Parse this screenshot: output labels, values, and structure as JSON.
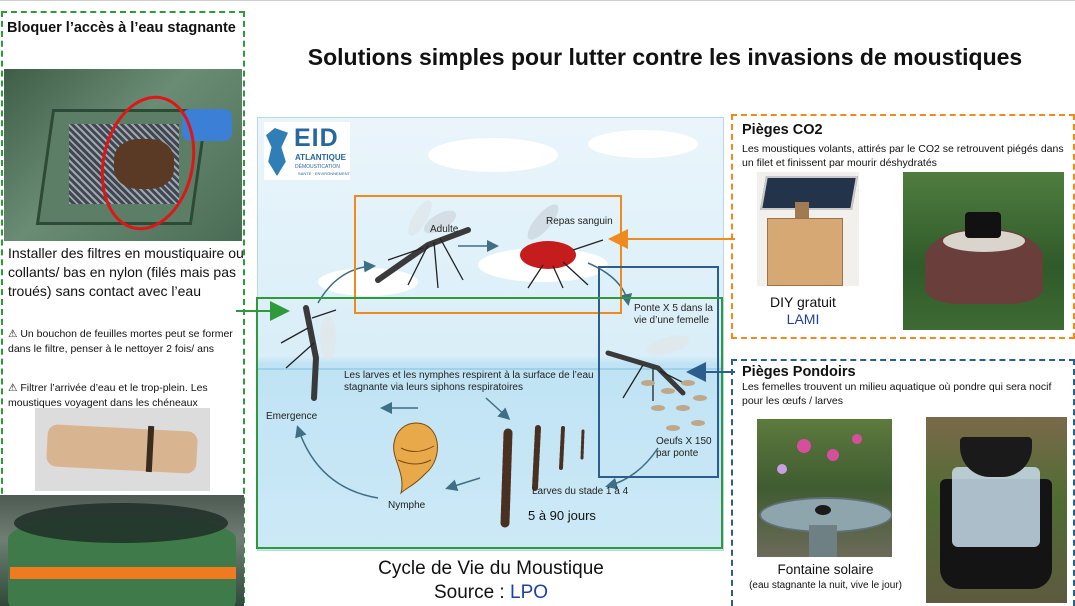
{
  "title": "Solutions simples pour lutter contre les invasions de moustiques",
  "left": {
    "title": "Bloquer l’accès à l’eau stagnante",
    "install_text": "Installer des filtres en moustiquaire ou collants/ bas en nylon (filés mais pas troués) sans contact avec l’eau",
    "note1": "⚠ Un bouchon de feuilles mortes peut se former dans le filtre, penser à le nettoyer 2 fois/ ans",
    "note2": "⚠ Filtrer l’arrivée d’eau et le trop-plein. Les moustiques voyagent dans les chéneaux"
  },
  "diagram": {
    "logo_main": "EID",
    "logo_sub": "ATLANTIQUE",
    "logo_line1": "DÉMOUSTICATION",
    "logo_line2": "SANTÉ · ENVIRONNEMENT",
    "adulte": "Adulte",
    "repas": "Repas sanguin",
    "ponte": "Ponte X 5 dans la vie d’une femelle",
    "larves_text": "Les larves et les nymphes respirent à la surface de l’eau stagnante via leurs siphons respiratoires",
    "emergence": "Emergence",
    "oeufs": "Oeufs X 150 par ponte",
    "nymphe": "Nymphe",
    "larves_stade": "Larves du stade 1 à 4",
    "jours": "5 à 90 jours"
  },
  "caption": {
    "line1": "Cycle de Vie du Moustique",
    "source_label": "Source : ",
    "source": "LPO"
  },
  "co2": {
    "title": "Pièges CO2",
    "desc": "Les moustiques volants, attirés par le CO2 se retrouvent piégés dans un filet et finissent par mourir déshydratés",
    "diy": "DIY gratuit",
    "lami": "LAMI"
  },
  "pondoirs": {
    "title": "Pièges Pondoirs",
    "desc": "Les femelles trouvent un milieu aquatique où pondre qui sera nocif pour les œufs / larves",
    "fontaine": "Fontaine solaire",
    "fontaine_sub": "(eau stagnante la nuit, vive le jour)"
  },
  "colors": {
    "green": "#2e9a3a",
    "orange": "#f08a1c",
    "blue": "#2d5d8c",
    "link_blue": "#1f3fa2"
  }
}
